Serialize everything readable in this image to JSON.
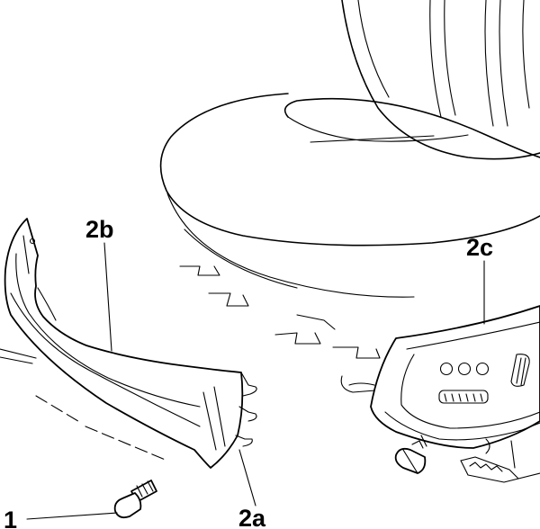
{
  "labels": {
    "part_1": "1",
    "part_2a": "2a",
    "part_2b": "2b",
    "part_2c": "2c"
  },
  "colors": {
    "line": "#000000",
    "background": "#ffffff"
  }
}
